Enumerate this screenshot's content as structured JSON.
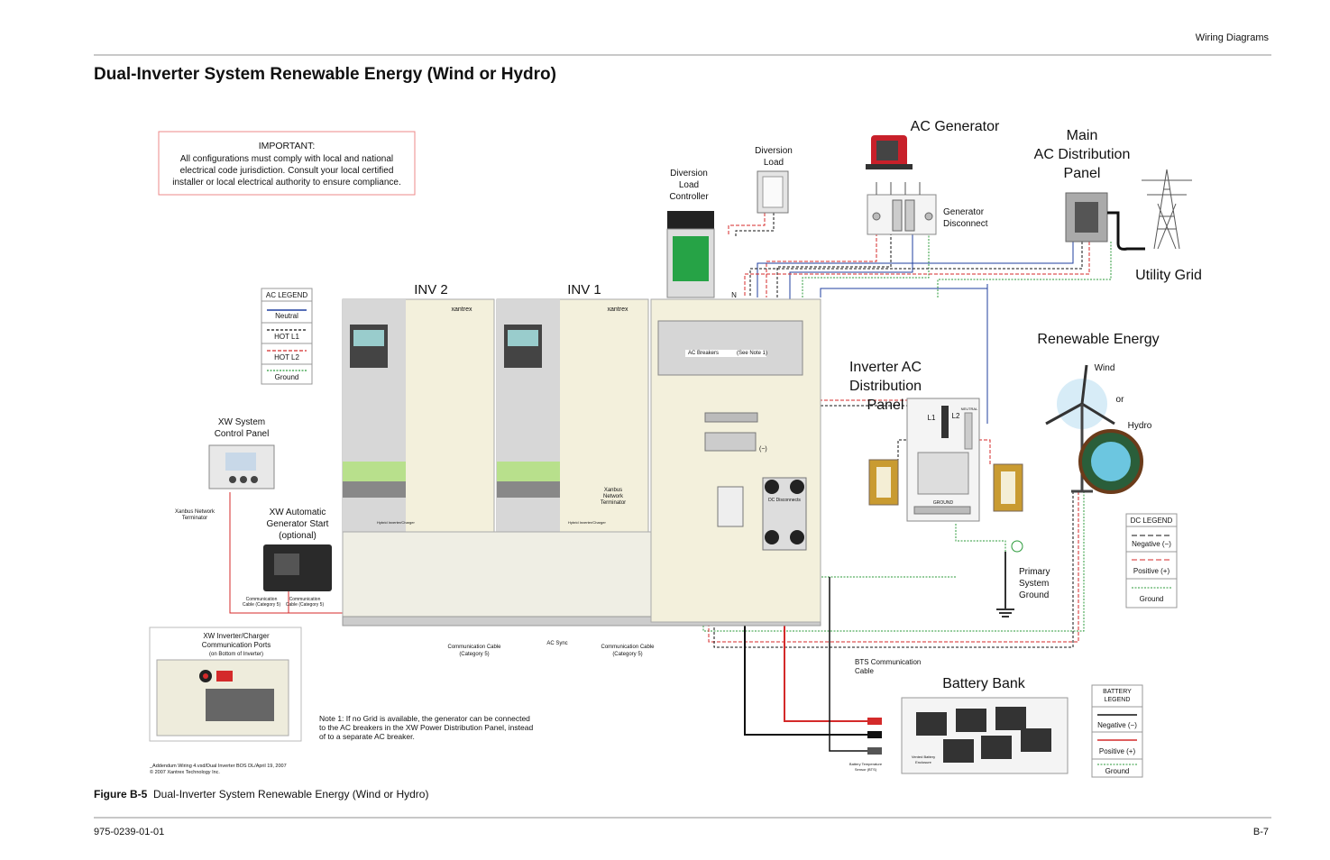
{
  "header": {
    "section": "Wiring Diagrams",
    "title": "Dual-Inverter System Renewable Energy (Wind or Hydro)"
  },
  "important": {
    "heading": "IMPORTANT:",
    "lines": [
      "All configurations must comply with local and national",
      "electrical code jurisdiction.  Consult your local certified",
      "installer or local electrical authority to ensure compliance."
    ]
  },
  "ac_legend": {
    "title": "AC LEGEND",
    "neutral": "Neutral",
    "hot_l1": "HOT L1",
    "hot_l2": "HOT L2",
    "ground": "Ground"
  },
  "components": {
    "diversion_load": [
      "Diversion",
      "Load"
    ],
    "diversion_controller": [
      "Diversion",
      "Load",
      "Controller"
    ],
    "ac_generator": "AC Generator",
    "generator_disconnect": [
      "Generator",
      "Disconnect"
    ],
    "main_panel": [
      "Main",
      "AC  Distribution",
      "Panel"
    ],
    "utility_grid": "Utility Grid",
    "inv2": "INV 2",
    "inv1": "INV 1",
    "brand": "xantrex",
    "ac_breakers": "AC Breakers",
    "see_note": "(See Note 1)",
    "renewable": "Renewable Energy",
    "wind": "Wind",
    "or": "or",
    "hydro": "Hydro",
    "inverter_ac_panel": [
      "Inverter AC",
      "Distribution",
      "Panel"
    ],
    "l1": "L1",
    "l2": "L2",
    "neutral_tag": "NEUTRAL",
    "ground_tag": "GROUND",
    "xw_control_panel": [
      "XW System",
      "Control Panel"
    ],
    "xanbus_terminator_left": [
      "Xanbus Network",
      "Terminator"
    ],
    "ags": [
      "XW Automatic",
      "Generator Start",
      "(optional)"
    ],
    "comm_cable_small": [
      "Communication",
      "Cable (Category 5)"
    ],
    "xanbus_terminator_right": [
      "Xanbus",
      "Network",
      "Terminator"
    ],
    "hybrid": "Hybrid Inverter/Charger",
    "dc_disconnects": "DC Disconnects",
    "dc_minus": "(−)",
    "neutral_n": "N",
    "comm_ports": [
      "XW Inverter/Charger",
      "Communication Ports",
      "(on Bottom of Inverter)"
    ],
    "comm_cable_left": [
      "Communication Cable",
      "(Category 5)"
    ],
    "ac_sync": "AC Sync",
    "comm_cable_right": [
      "Communication Cable",
      "(Category 5)"
    ],
    "bts_cable": [
      "BTS Communication",
      "Cable"
    ],
    "battery_bank": "Battery Bank",
    "primary_ground": [
      "Primary",
      "System",
      "Ground"
    ],
    "vented_enclosure": [
      "Vented Battery",
      "Enclosure"
    ],
    "bts_sensor": [
      "Battery Temperature",
      "Sensor (BTS)"
    ]
  },
  "dc_legend": {
    "title": "DC LEGEND",
    "negative": "Negative (−)",
    "positive": "Positive (+)",
    "ground": "Ground"
  },
  "battery_legend": {
    "title1": "BATTERY",
    "title2": "LEGEND",
    "negative": "Negative (−)",
    "positive": "Positive (+)",
    "ground": "Ground"
  },
  "note": [
    "Note 1:  If no Grid is available, the generator can be connected",
    "to the AC breakers in the XW Power Distribution Panel, instead",
    "of to a separate AC breaker."
  ],
  "file_ref": [
    "_Addendum Wiring 4.vsd/Dual Inverter BOS DL/April 19, 2007",
    "© 2007 Xantrex Technology Inc."
  ],
  "caption": {
    "label": "Figure B-5",
    "text": "Dual-Inverter System Renewable Energy (Wind or Hydro)"
  },
  "footer": {
    "doc": "975-0239-01-01",
    "page": "B-7"
  },
  "colors": {
    "neutral": "#1f3f9f",
    "hot_l1": "#111111",
    "hot_l2": "#d42a2a",
    "ground": "#2b9a3a",
    "important": "#d42020"
  }
}
